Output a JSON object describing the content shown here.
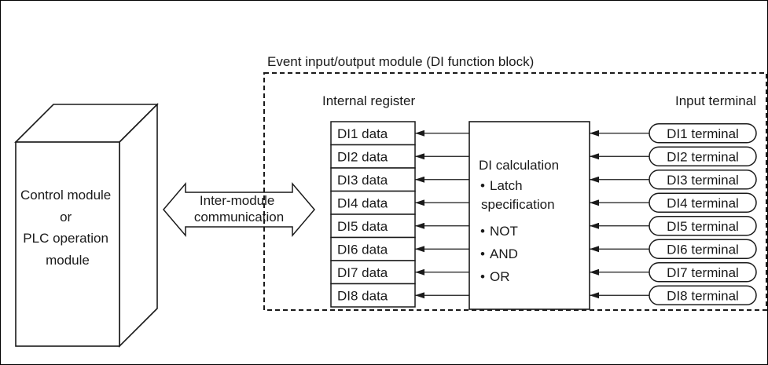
{
  "event_module": {
    "title": "Event input/output module (DI function block)"
  },
  "control_module": {
    "lines": [
      "Control module",
      "or",
      "PLC operation",
      "module"
    ]
  },
  "communication": {
    "lines": [
      "Inter-module",
      "communication"
    ]
  },
  "internal_register": {
    "heading": "Internal register",
    "rows": [
      "DI1 data",
      "DI2 data",
      "DI3 data",
      "DI4 data",
      "DI5 data",
      "DI6 data",
      "DI7 data",
      "DI8 data"
    ]
  },
  "calculation": {
    "title": "DI calculation",
    "bullet_mark": "•",
    "items": [
      {
        "lines": [
          "Latch",
          "specification"
        ]
      },
      {
        "lines": [
          "NOT"
        ]
      },
      {
        "lines": [
          "AND"
        ]
      },
      {
        "lines": [
          "OR"
        ]
      }
    ]
  },
  "input_terminal": {
    "heading": "Input terminal",
    "terminals": [
      "DI1 terminal",
      "DI2 terminal",
      "DI3 terminal",
      "DI4 terminal",
      "DI5 terminal",
      "DI6 terminal",
      "DI7 terminal",
      "DI8 terminal"
    ]
  }
}
